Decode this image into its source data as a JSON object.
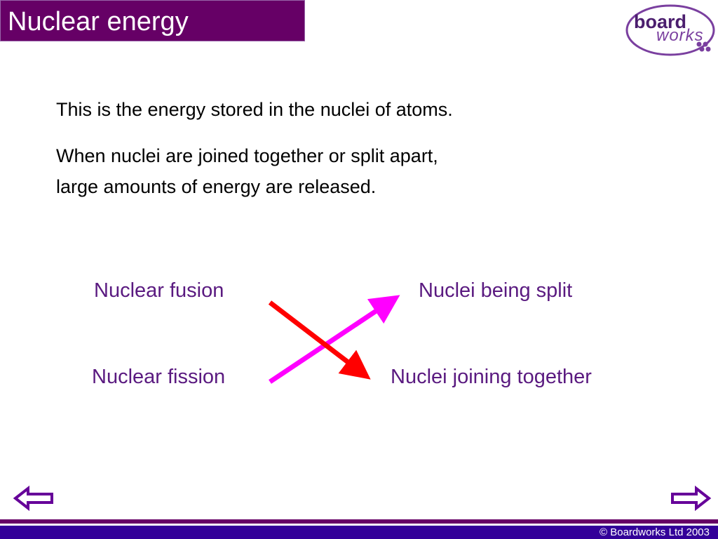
{
  "title": "Nuclear energy",
  "logo": {
    "word1": "board",
    "word2": "works"
  },
  "body": {
    "line1": "This is the energy stored in the nuclei of atoms.",
    "line2": "When nuclei are joined together or split apart,",
    "line3": "large amounts of energy are released."
  },
  "matching": {
    "left": [
      "Nuclear fusion",
      "Nuclear fission"
    ],
    "right": [
      "Nuclei being split",
      "Nuclei joining together"
    ]
  },
  "colors": {
    "title_bg": "#660066",
    "label": "#5a1a80",
    "arrow_fusion": "#ff0000",
    "arrow_fission": "#ff00ff",
    "nav_arrow": "#660099",
    "footer": "#330099"
  },
  "nav": {
    "prev_icon": "left-arrow-icon",
    "next_icon": "right-arrow-icon"
  },
  "footer": {
    "copyright": "© Boardworks Ltd 2003"
  }
}
